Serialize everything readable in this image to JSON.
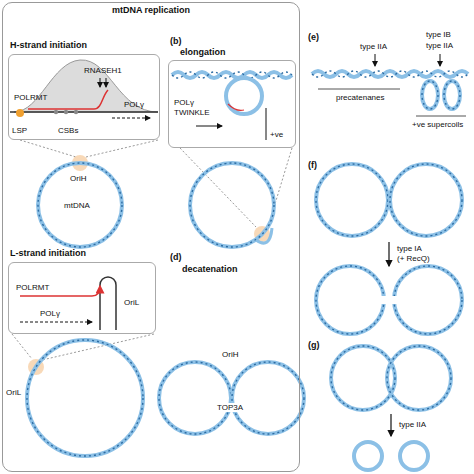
{
  "diagram": {
    "title": "mtDNA replication",
    "nodes": [
      {
        "text": [
          "mtDNA replication"
        ]
      },
      {
        "text": [
          "H-strand initiation",
          "POLRMT",
          "RNASEH1",
          "POLγ",
          "LSP",
          "CSBs"
        ],
        "in": 0
      },
      {
        "text": [
          "elongation",
          "POLγ",
          "TWINKLE",
          "+ve"
        ],
        "in": 0
      },
      {
        "text": [
          "L-strand initiation",
          "POLRMT",
          "POLγ"
        ],
        "in": 0
      }
    ],
    "labels": [
      "(b)",
      "OriH",
      "mtDNA",
      "(d)",
      "decatenation",
      "OriL",
      "OriL",
      "OriH",
      "TOP3A",
      "(e)",
      "type IIA",
      "type IB",
      "type IIA",
      "precatenanes",
      "+ve supercoils",
      "(f)",
      "type IA",
      "(+ RecQ)",
      "(g)",
      "type IIA"
    ]
  }
}
